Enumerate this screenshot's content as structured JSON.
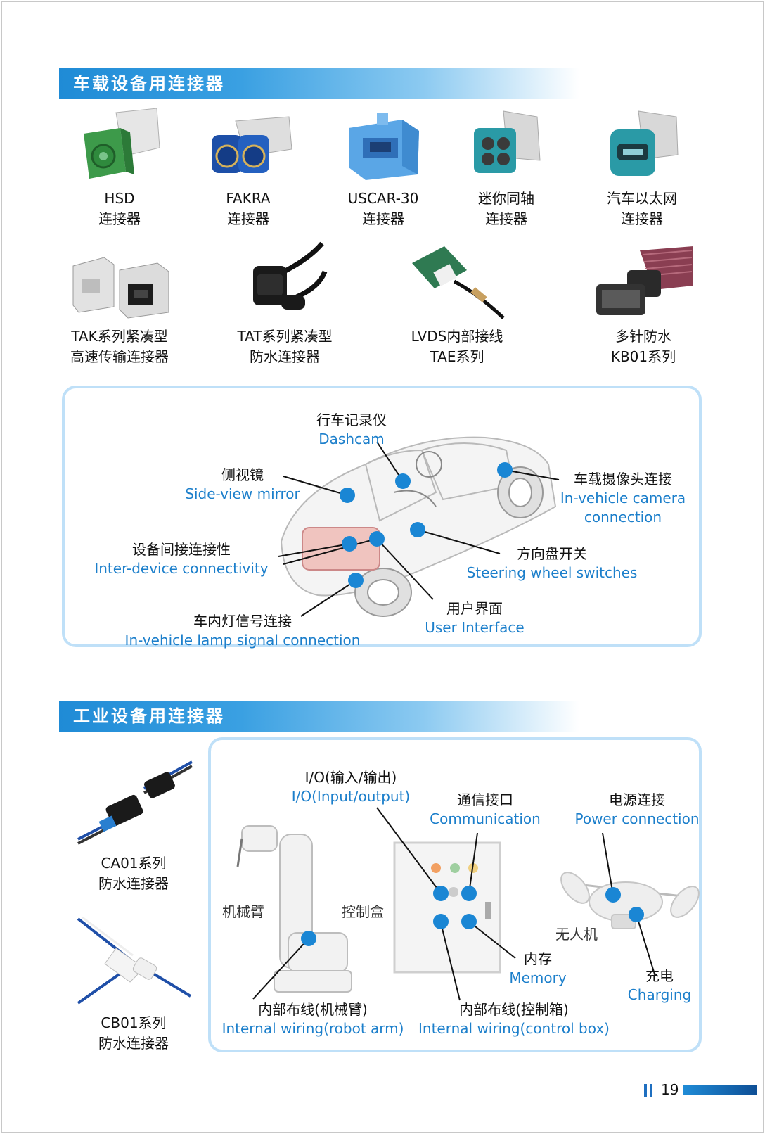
{
  "automotive": {
    "title": "车载设备用连接器",
    "products_row1": [
      {
        "name": "HSD",
        "sub": "连接器"
      },
      {
        "name": "FAKRA",
        "sub": "连接器"
      },
      {
        "name": "USCAR-30",
        "sub": "连接器"
      },
      {
        "name": "迷你同轴",
        "sub": "连接器"
      },
      {
        "name": "汽车以太网",
        "sub": "连接器"
      }
    ],
    "products_row2": [
      {
        "name": "TAK系列紧凑型",
        "sub": "高速传输连接器"
      },
      {
        "name": "TAT系列紧凑型",
        "sub": "防水连接器"
      },
      {
        "name": "LVDS内部接线",
        "sub": "TAE系列"
      },
      {
        "name": "多针防水",
        "sub": "KB01系列"
      }
    ],
    "callouts": {
      "dashcam": {
        "zh": "行车记录仪",
        "en": "Dashcam"
      },
      "side_mirror": {
        "zh": "侧视镜",
        "en": "Side-view mirror"
      },
      "camera": {
        "zh": "车载摄像头连接",
        "en": "In-vehicle camera",
        "en2": "connection"
      },
      "inter_device": {
        "zh": "设备间接连接性",
        "en": "Inter-device connectivity"
      },
      "steering": {
        "zh": "方向盘开关",
        "en": "Steering wheel switches"
      },
      "user_interface": {
        "zh": "用户界面",
        "en": "User Interface"
      },
      "lamp": {
        "zh": "车内灯信号连接",
        "en": "In-vehicle lamp signal connection"
      }
    }
  },
  "industrial": {
    "title": "工业设备用连接器",
    "products": [
      {
        "name": "CA01系列",
        "sub": "防水连接器"
      },
      {
        "name": "CB01系列",
        "sub": "防水连接器"
      }
    ],
    "labels": {
      "robot_arm": "机械臂",
      "control_box": "控制盒",
      "drone": "无人机"
    },
    "callouts": {
      "io": {
        "zh": "I/O(输入/输出)",
        "en": "I/O(Input/output)"
      },
      "communication": {
        "zh": "通信接口",
        "en": "Communication"
      },
      "power": {
        "zh": "电源连接",
        "en": "Power connection"
      },
      "memory": {
        "zh": "内存",
        "en": "Memory"
      },
      "charging": {
        "zh": "充电",
        "en": "Charging"
      },
      "wiring_arm": {
        "zh": "内部布线(机械臂)",
        "en": "Internal wiring(robot arm)"
      },
      "wiring_box": {
        "zh": "内部布线(控制箱)",
        "en": "Internal wiring(control box)"
      }
    }
  },
  "page": {
    "number": "19"
  },
  "colors": {
    "accent": "#1f8bd6",
    "dot": "#1a86d4",
    "panel_border": "#bfe0f8",
    "en_text": "#1c7fcb"
  }
}
